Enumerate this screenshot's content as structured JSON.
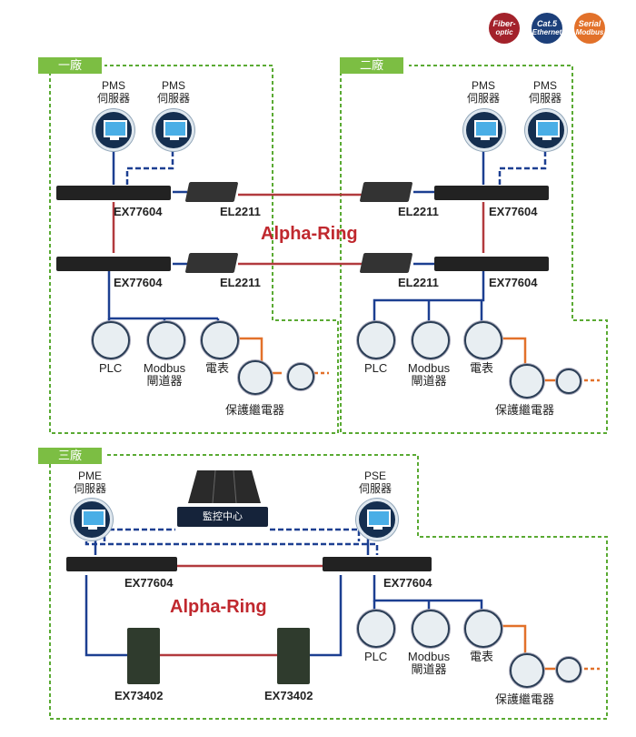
{
  "badges": [
    {
      "line1": "Fiber-",
      "line2": "optic",
      "color": "#a3222b"
    },
    {
      "line1": "Cat.5",
      "line2": "Ethernet",
      "color": "#1c3f7a"
    },
    {
      "line1": "Serial",
      "line2": "Modbus",
      "color": "#e2712a"
    }
  ],
  "factories": {
    "f1": "一廠",
    "f2": "二廠",
    "f3": "三廠"
  },
  "labels": {
    "pms": "PMS",
    "server": "伺服器",
    "pme": "PME",
    "pse": "PSE",
    "ex77604": "EX77604",
    "el2211": "EL2211",
    "ex73402": "EX73402",
    "alpha_ring": "Alpha-Ring",
    "plc": "PLC",
    "modbus": "Modbus",
    "gateway": "閘道器",
    "meter": "電表",
    "relay": "保護繼電器",
    "control_center": "監控中心"
  },
  "colors": {
    "fiber": "#b23a3e",
    "ethernet": "#1c3f91",
    "serial": "#e2712a",
    "border": "#5aaa33"
  }
}
